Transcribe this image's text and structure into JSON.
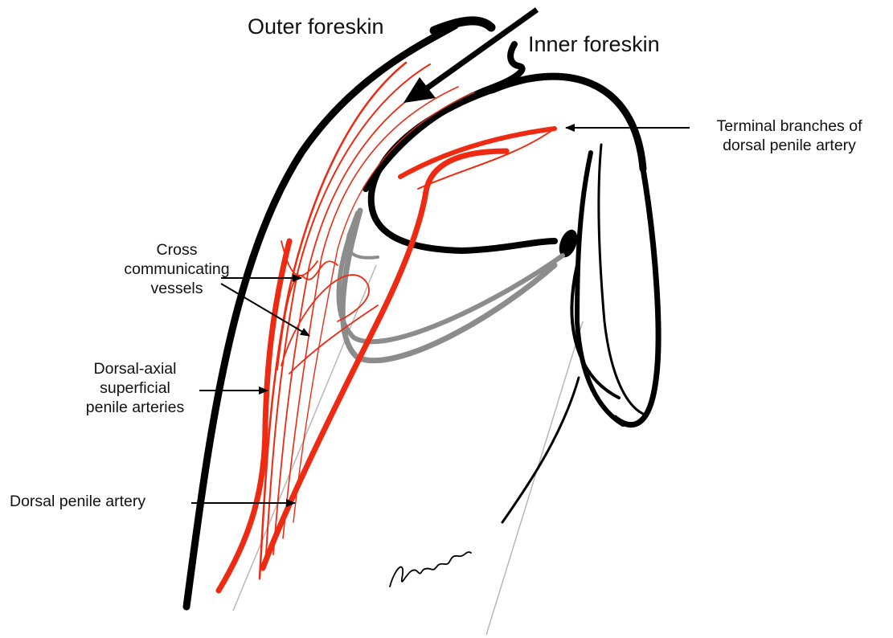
{
  "labels": {
    "outer_foreskin": "Outer foreskin",
    "inner_foreskin": "Inner foreskin",
    "terminal_branches": [
      "Terminal branches of",
      "dorsal penile artery"
    ],
    "cross_communicating": [
      "Cross",
      "communicating",
      "vessels"
    ],
    "dorsal_axial": [
      "Dorsal-axial",
      "superficial",
      "penile arteries"
    ],
    "dorsal_penile_artery": "Dorsal penile artery"
  },
  "colors": {
    "artery": "#ee2a12",
    "outline": "#000000",
    "shadow": "#8c8c8c",
    "guide_line": "#b8b8b8"
  }
}
